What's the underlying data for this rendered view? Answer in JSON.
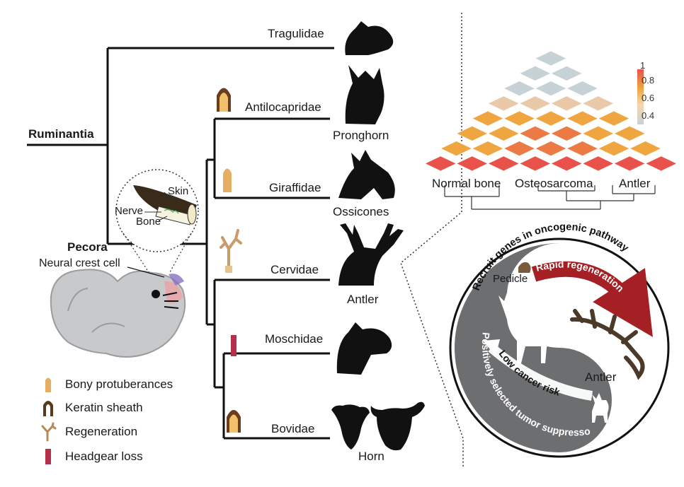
{
  "tree": {
    "clade_ruminantia": "Ruminantia",
    "clade_pecora": "Pecora",
    "families": [
      {
        "name": "Tragulidae"
      },
      {
        "name": "Antilocapridae",
        "headgear": "Pronghorn"
      },
      {
        "name": "Giraffidae",
        "headgear": "Ossicones"
      },
      {
        "name": "Cervidae",
        "headgear": "Antler"
      },
      {
        "name": "Moschidae"
      },
      {
        "name": "Bovidae",
        "headgear": "Horn"
      }
    ]
  },
  "inset": {
    "skin": "Skin",
    "nerve": "Nerve",
    "bone": "Bone",
    "neural_crest": "Neural crest cell"
  },
  "legend": [
    {
      "icon": "bony-protuberance-icon",
      "label": "Bony protuberances"
    },
    {
      "icon": "keratin-sheath-icon",
      "label": "Keratin sheath"
    },
    {
      "icon": "regeneration-icon",
      "label": "Regeneration"
    },
    {
      "icon": "headgear-loss-icon",
      "label": "Headgear loss"
    }
  ],
  "heatmap": {
    "groups": [
      "Normal bone",
      "Osteosarcoma",
      "Antler"
    ],
    "colorbar_ticks": [
      "1",
      "0.8",
      "0.6",
      "0.4"
    ],
    "colors": {
      "high": "#e8524a",
      "mid": "#f0a640",
      "low": "#c7d2d6"
    }
  },
  "cycle": {
    "top_arc": "Recruit genes in oncogenic pathway",
    "red_arrow": "Rapid regeneration",
    "pedicle": "Pedicle",
    "antler": "Antler",
    "white_arrow": "Low cancer risk",
    "bottom_arc": "Positively selected tumor suppressors"
  }
}
